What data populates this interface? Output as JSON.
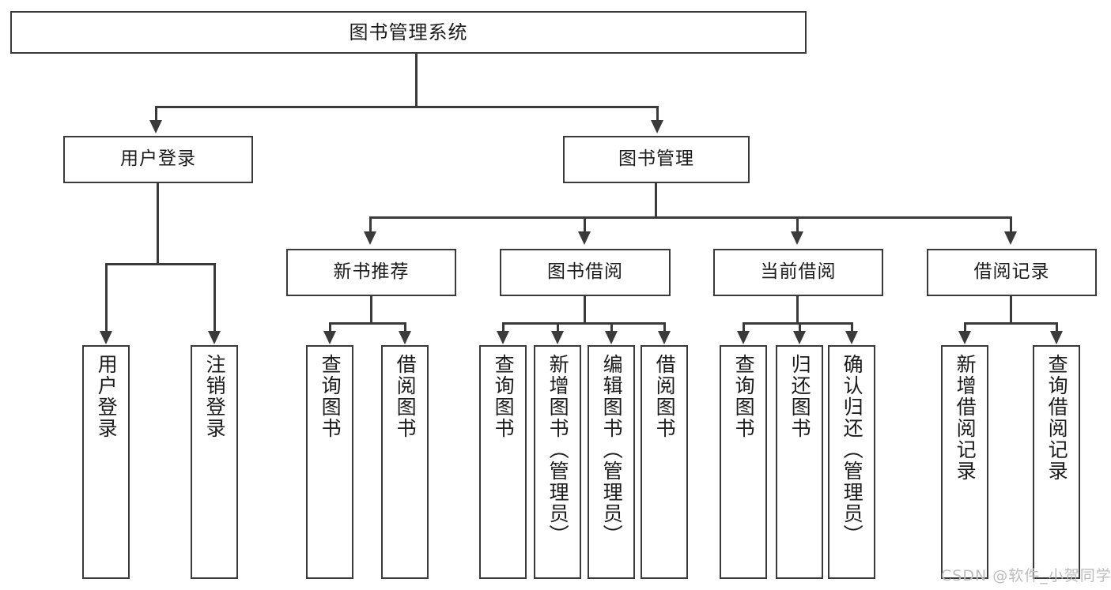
{
  "diagram": {
    "title": "图书管理系统",
    "type": "tree",
    "watermark": "CSDN @软件_小贺同学",
    "colors": {
      "stroke": "#3a3a3a",
      "fill": "#ffffff",
      "text": "#1b1b1b",
      "watermark": "#bdbdbd"
    },
    "root": {
      "label": "图书管理系统"
    },
    "level2": [
      {
        "label": "用户登录"
      },
      {
        "label": "图书管理"
      }
    ],
    "level3": [
      {
        "label": "新书推荐"
      },
      {
        "label": "图书借阅"
      },
      {
        "label": "当前借阅"
      },
      {
        "label": "借阅记录"
      }
    ],
    "leaves": {
      "user_login": [
        {
          "label": "用户登录"
        },
        {
          "label": "注销登录"
        }
      ],
      "new_book_recommend": [
        {
          "label": "查询图书"
        },
        {
          "label": "借阅图书"
        }
      ],
      "book_borrow": [
        {
          "label": "查询图书"
        },
        {
          "label": "新增图书（管理员）"
        },
        {
          "label": "编辑图书（管理员）"
        },
        {
          "label": "借阅图书"
        }
      ],
      "current_borrow": [
        {
          "label": "查询图书"
        },
        {
          "label": "归还图书"
        },
        {
          "label": "确认归还（管理员）"
        }
      ],
      "borrow_record": [
        {
          "label": "新增借阅记录"
        },
        {
          "label": "查询借阅记录"
        }
      ]
    }
  },
  "chart_data": {
    "type": "table",
    "title": "图书管理系统 功能结构图",
    "nodes": [
      {
        "id": "root",
        "label": "图书管理系统",
        "level": 0,
        "parent": null
      },
      {
        "id": "user-login",
        "label": "用户登录",
        "level": 1,
        "parent": "root"
      },
      {
        "id": "book-manage",
        "label": "图书管理",
        "level": 1,
        "parent": "root"
      },
      {
        "id": "new-book",
        "label": "新书推荐",
        "level": 2,
        "parent": "book-manage"
      },
      {
        "id": "book-borrow",
        "label": "图书借阅",
        "level": 2,
        "parent": "book-manage"
      },
      {
        "id": "current-borrow",
        "label": "当前借阅",
        "level": 2,
        "parent": "book-manage"
      },
      {
        "id": "borrow-record",
        "label": "借阅记录",
        "level": 2,
        "parent": "book-manage"
      },
      {
        "id": "leaf-1",
        "label": "用户登录",
        "level": 2,
        "parent": "user-login"
      },
      {
        "id": "leaf-2",
        "label": "注销登录",
        "level": 2,
        "parent": "user-login"
      },
      {
        "id": "leaf-3",
        "label": "查询图书",
        "level": 3,
        "parent": "new-book"
      },
      {
        "id": "leaf-4",
        "label": "借阅图书",
        "level": 3,
        "parent": "new-book"
      },
      {
        "id": "leaf-5",
        "label": "查询图书",
        "level": 3,
        "parent": "book-borrow"
      },
      {
        "id": "leaf-6",
        "label": "新增图书（管理员）",
        "level": 3,
        "parent": "book-borrow"
      },
      {
        "id": "leaf-7",
        "label": "编辑图书（管理员）",
        "level": 3,
        "parent": "book-borrow"
      },
      {
        "id": "leaf-8",
        "label": "借阅图书",
        "level": 3,
        "parent": "book-borrow"
      },
      {
        "id": "leaf-9",
        "label": "查询图书",
        "level": 3,
        "parent": "current-borrow"
      },
      {
        "id": "leaf-10",
        "label": "归还图书",
        "level": 3,
        "parent": "current-borrow"
      },
      {
        "id": "leaf-11",
        "label": "确认归还（管理员）",
        "level": 3,
        "parent": "current-borrow"
      },
      {
        "id": "leaf-12",
        "label": "新增借阅记录",
        "level": 3,
        "parent": "borrow-record"
      },
      {
        "id": "leaf-13",
        "label": "查询借阅记录",
        "level": 3,
        "parent": "borrow-record"
      }
    ]
  }
}
